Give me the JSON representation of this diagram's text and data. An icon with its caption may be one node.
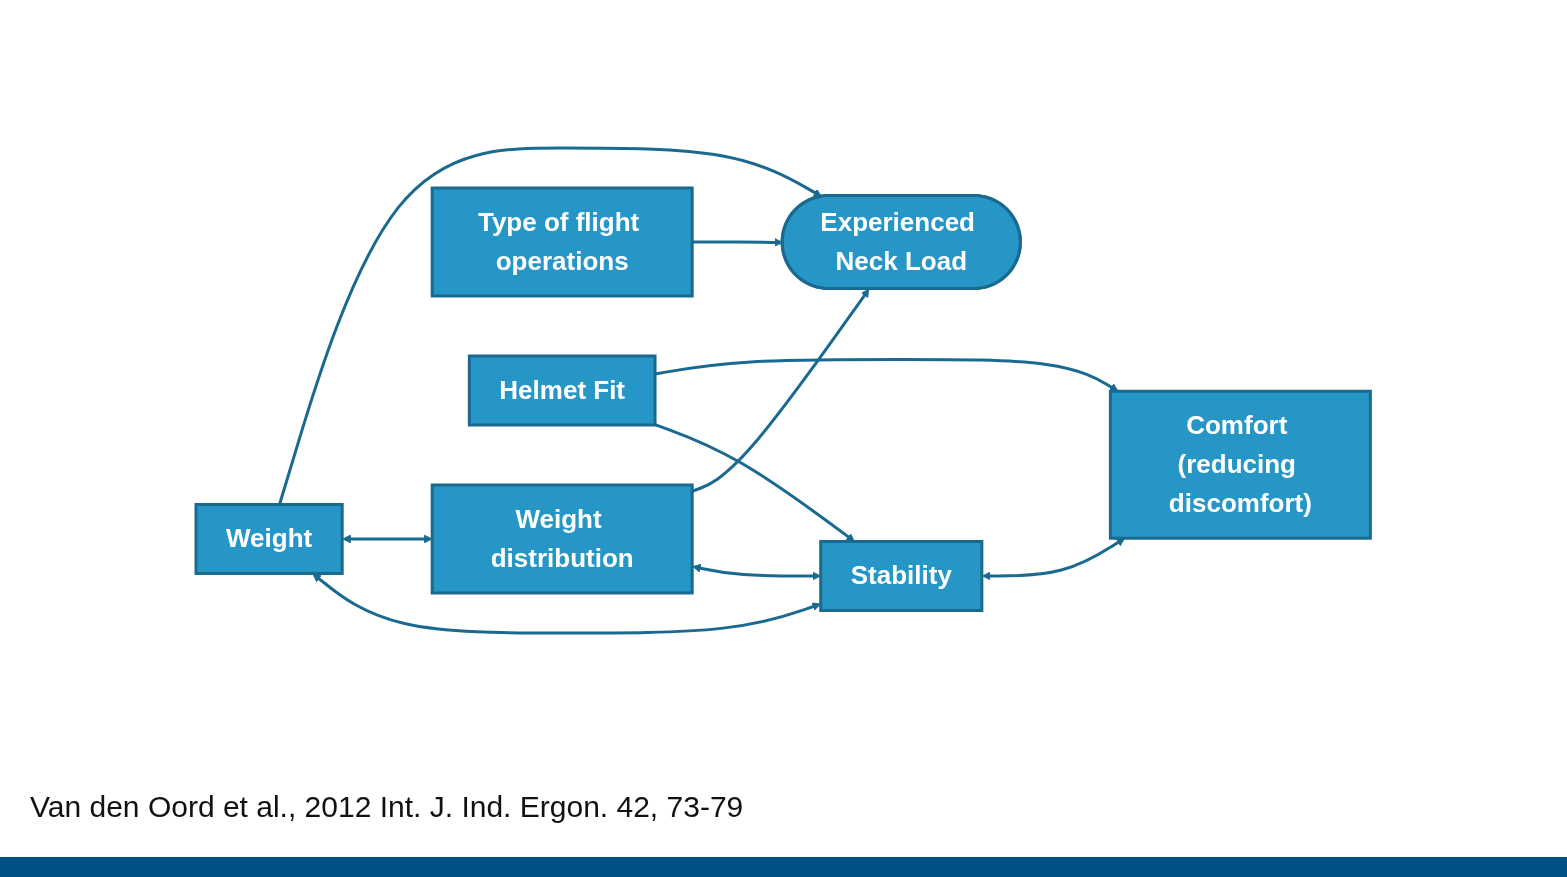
{
  "diagram": {
    "nodes": [
      {
        "text": [
          "Weight"
        ]
      },
      {
        "text": [
          "Weight distribution"
        ]
      },
      {
        "text": [
          "Stability"
        ]
      },
      {
        "text": [
          "Type of flight operations"
        ]
      },
      {
        "text": [
          "Experienced Neck Load"
        ]
      },
      {
        "text": [
          "Helmet Fit"
        ]
      },
      {
        "text": [
          "Comfort (reducing discomfort)"
        ]
      }
    ],
    "edges": [
      {
        "from": 0,
        "to": 2,
        "arrow": "both"
      },
      {
        "from": 0,
        "to": 1,
        "arrow": "both"
      },
      {
        "from": 1,
        "to": 2,
        "arrow": "both"
      },
      {
        "from": 0,
        "to": 4,
        "arrow": "to"
      },
      {
        "from": 1,
        "to": 4,
        "arrow": "to"
      },
      {
        "from": 3,
        "to": 4,
        "arrow": "to"
      },
      {
        "from": 5,
        "to": 2,
        "arrow": "to"
      },
      {
        "from": 5,
        "to": 6,
        "arrow": "to"
      },
      {
        "from": 2,
        "to": 6,
        "arrow": "both"
      }
    ],
    "labels": [
      "Van den Oord et al., 2012 Int. J. Ind. Ergon. 42, 73-79"
    ]
  }
}
